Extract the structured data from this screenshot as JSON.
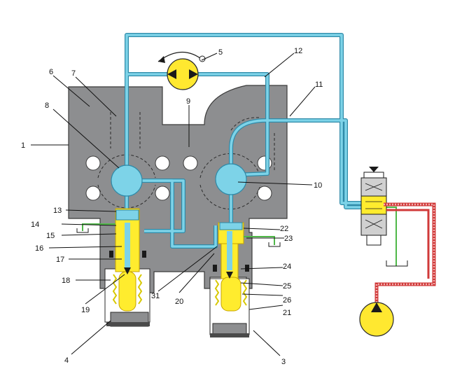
{
  "colors": {
    "body": "#8d8e90",
    "body_outline": "#3b3b3b",
    "pilot_line": "#7dd3e8",
    "pilot_line_dark": "#2f8aa8",
    "pressure_line": "#e25555",
    "drain_line": "#4fb848",
    "valve_yellow": "#ffec2e",
    "valve_yellow_dark": "#c7a400",
    "spring": "#f4ea6a",
    "motor_pump": "#ffe830",
    "bore": "#ffffff"
  },
  "components": {
    "motor_symbol": "hydraulic-motor",
    "pump_symbol": "hydraulic-pump",
    "control_valve": "directional-control-valve",
    "tank_symbol": "tank"
  },
  "callouts": [
    {
      "id": "1",
      "text": "1"
    },
    {
      "id": "3",
      "text": "3"
    },
    {
      "id": "4",
      "text": "4"
    },
    {
      "id": "5",
      "text": "5"
    },
    {
      "id": "6",
      "text": "6"
    },
    {
      "id": "7",
      "text": "7"
    },
    {
      "id": "8",
      "text": "8"
    },
    {
      "id": "9",
      "text": "9"
    },
    {
      "id": "10",
      "text": "10"
    },
    {
      "id": "11",
      "text": "11"
    },
    {
      "id": "12",
      "text": "12"
    },
    {
      "id": "13",
      "text": "13"
    },
    {
      "id": "14",
      "text": "14"
    },
    {
      "id": "15",
      "text": "15"
    },
    {
      "id": "16",
      "text": "16"
    },
    {
      "id": "17",
      "text": "17"
    },
    {
      "id": "18",
      "text": "18"
    },
    {
      "id": "19",
      "text": "19"
    },
    {
      "id": "20",
      "text": "20"
    },
    {
      "id": "21",
      "text": "21"
    },
    {
      "id": "22",
      "text": "22"
    },
    {
      "id": "23",
      "text": "23"
    },
    {
      "id": "24",
      "text": "24"
    },
    {
      "id": "25",
      "text": "25"
    },
    {
      "id": "26",
      "text": "26"
    },
    {
      "id": "31",
      "text": "31"
    }
  ]
}
